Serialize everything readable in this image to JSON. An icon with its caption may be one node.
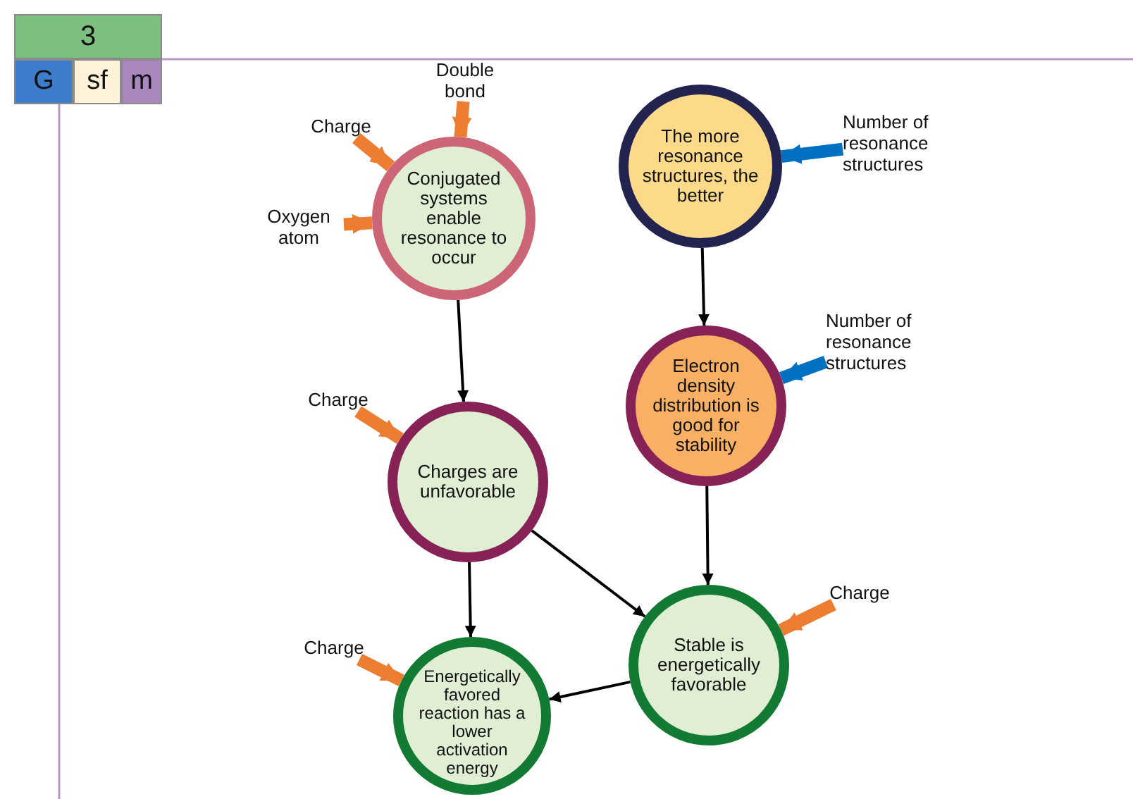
{
  "diagram": {
    "nodes": [
      {
        "text": [
          "3"
        ]
      },
      {
        "text": [
          "G"
        ]
      },
      {
        "text": [
          "sf"
        ]
      },
      {
        "text": [
          "m"
        ]
      },
      {
        "text": [
          "Conjugated systems enable resonance to occur"
        ]
      },
      {
        "text": [
          "The more resonance structures, the better"
        ]
      },
      {
        "text": [
          "Charges are unfavorable"
        ]
      },
      {
        "text": [
          "Electron density distribution is good for stability"
        ]
      },
      {
        "text": [
          "Stable is energetically favorable"
        ]
      },
      {
        "text": [
          "Energetically favored reaction has a lower activation energy"
        ]
      },
      {
        "text": [
          "Double bond"
        ]
      },
      {
        "text": [
          "Charge"
        ]
      },
      {
        "text": [
          "Oxygen atom"
        ]
      },
      {
        "text": [
          "Number of resonance structures"
        ]
      },
      {
        "text": [
          "Number of resonance structures"
        ]
      },
      {
        "text": [
          "Charge"
        ]
      },
      {
        "text": [
          "Charge"
        ]
      },
      {
        "text": [
          "Charge"
        ]
      }
    ],
    "edges": [
      {
        "from": 10,
        "to": 4,
        "arrow": "to"
      },
      {
        "from": 11,
        "to": 4,
        "arrow": "to"
      },
      {
        "from": 12,
        "to": 4,
        "arrow": "to"
      },
      {
        "from": 13,
        "to": 5,
        "arrow": "to",
        "color": "#0070c0"
      },
      {
        "from": 14,
        "to": 7,
        "arrow": "to",
        "color": "#0070c0"
      },
      {
        "from": 15,
        "to": 6,
        "arrow": "to"
      },
      {
        "from": 16,
        "to": 8,
        "arrow": "to"
      },
      {
        "from": 17,
        "to": 9,
        "arrow": "to"
      },
      {
        "from": 4,
        "to": 6,
        "arrow": "to",
        "color": "#000000"
      },
      {
        "from": 5,
        "to": 7,
        "arrow": "to",
        "color": "#000000"
      },
      {
        "from": 7,
        "to": 8,
        "arrow": "to",
        "color": "#000000"
      },
      {
        "from": 6,
        "to": 8,
        "arrow": "to",
        "color": "#000000"
      },
      {
        "from": 6,
        "to": 9,
        "arrow": "to",
        "color": "#000000"
      },
      {
        "from": 8,
        "to": 9,
        "arrow": "to",
        "color": "#000000"
      }
    ]
  }
}
